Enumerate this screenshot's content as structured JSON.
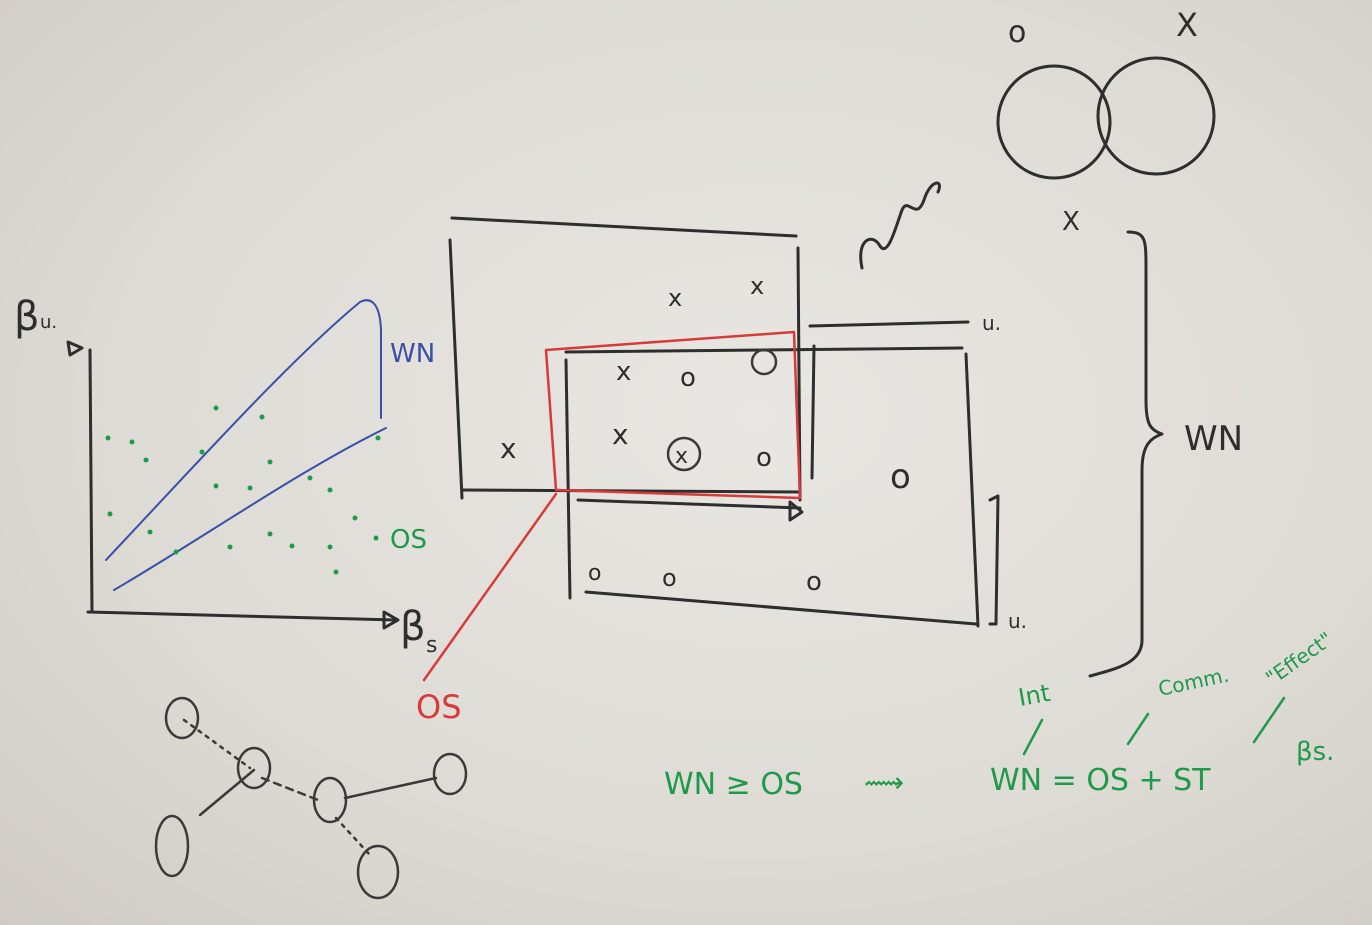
{
  "scatter_plot": {
    "y_axis_label": "β",
    "y_axis_sub": "u.",
    "x_axis_label": "β",
    "x_axis_sub": "s",
    "region_upper_label": "WN",
    "region_lower_label": "OS"
  },
  "grid_boxes": {
    "back_marks": [
      "x",
      "x",
      "x"
    ],
    "overlap_marks": [
      "x",
      "o",
      "x",
      "x",
      "o"
    ],
    "right_marks": [
      "o"
    ],
    "bottom_marks": [
      "o",
      "o",
      "o"
    ],
    "side_label_top": "u.",
    "side_label_bottom": "u.",
    "overlap_label": "OS"
  },
  "venn": {
    "left_mark": "o",
    "right_mark": "X",
    "bottom_mark": "X"
  },
  "brace_label": "WN",
  "equation": {
    "text_left": "WN ≥ OS",
    "arrow": "⟿",
    "text_right": "WN = OS + ST",
    "annot_int": "Int",
    "annot_comm": "Comm.",
    "annot_effect": "\"Effect\"",
    "annot_beta": "βs."
  },
  "colors": {
    "black_marker": "#2e2e2e",
    "green_marker": "#1f9a4a",
    "red_marker": "#d83a3a",
    "blue_marker": "#3a4fa8"
  }
}
